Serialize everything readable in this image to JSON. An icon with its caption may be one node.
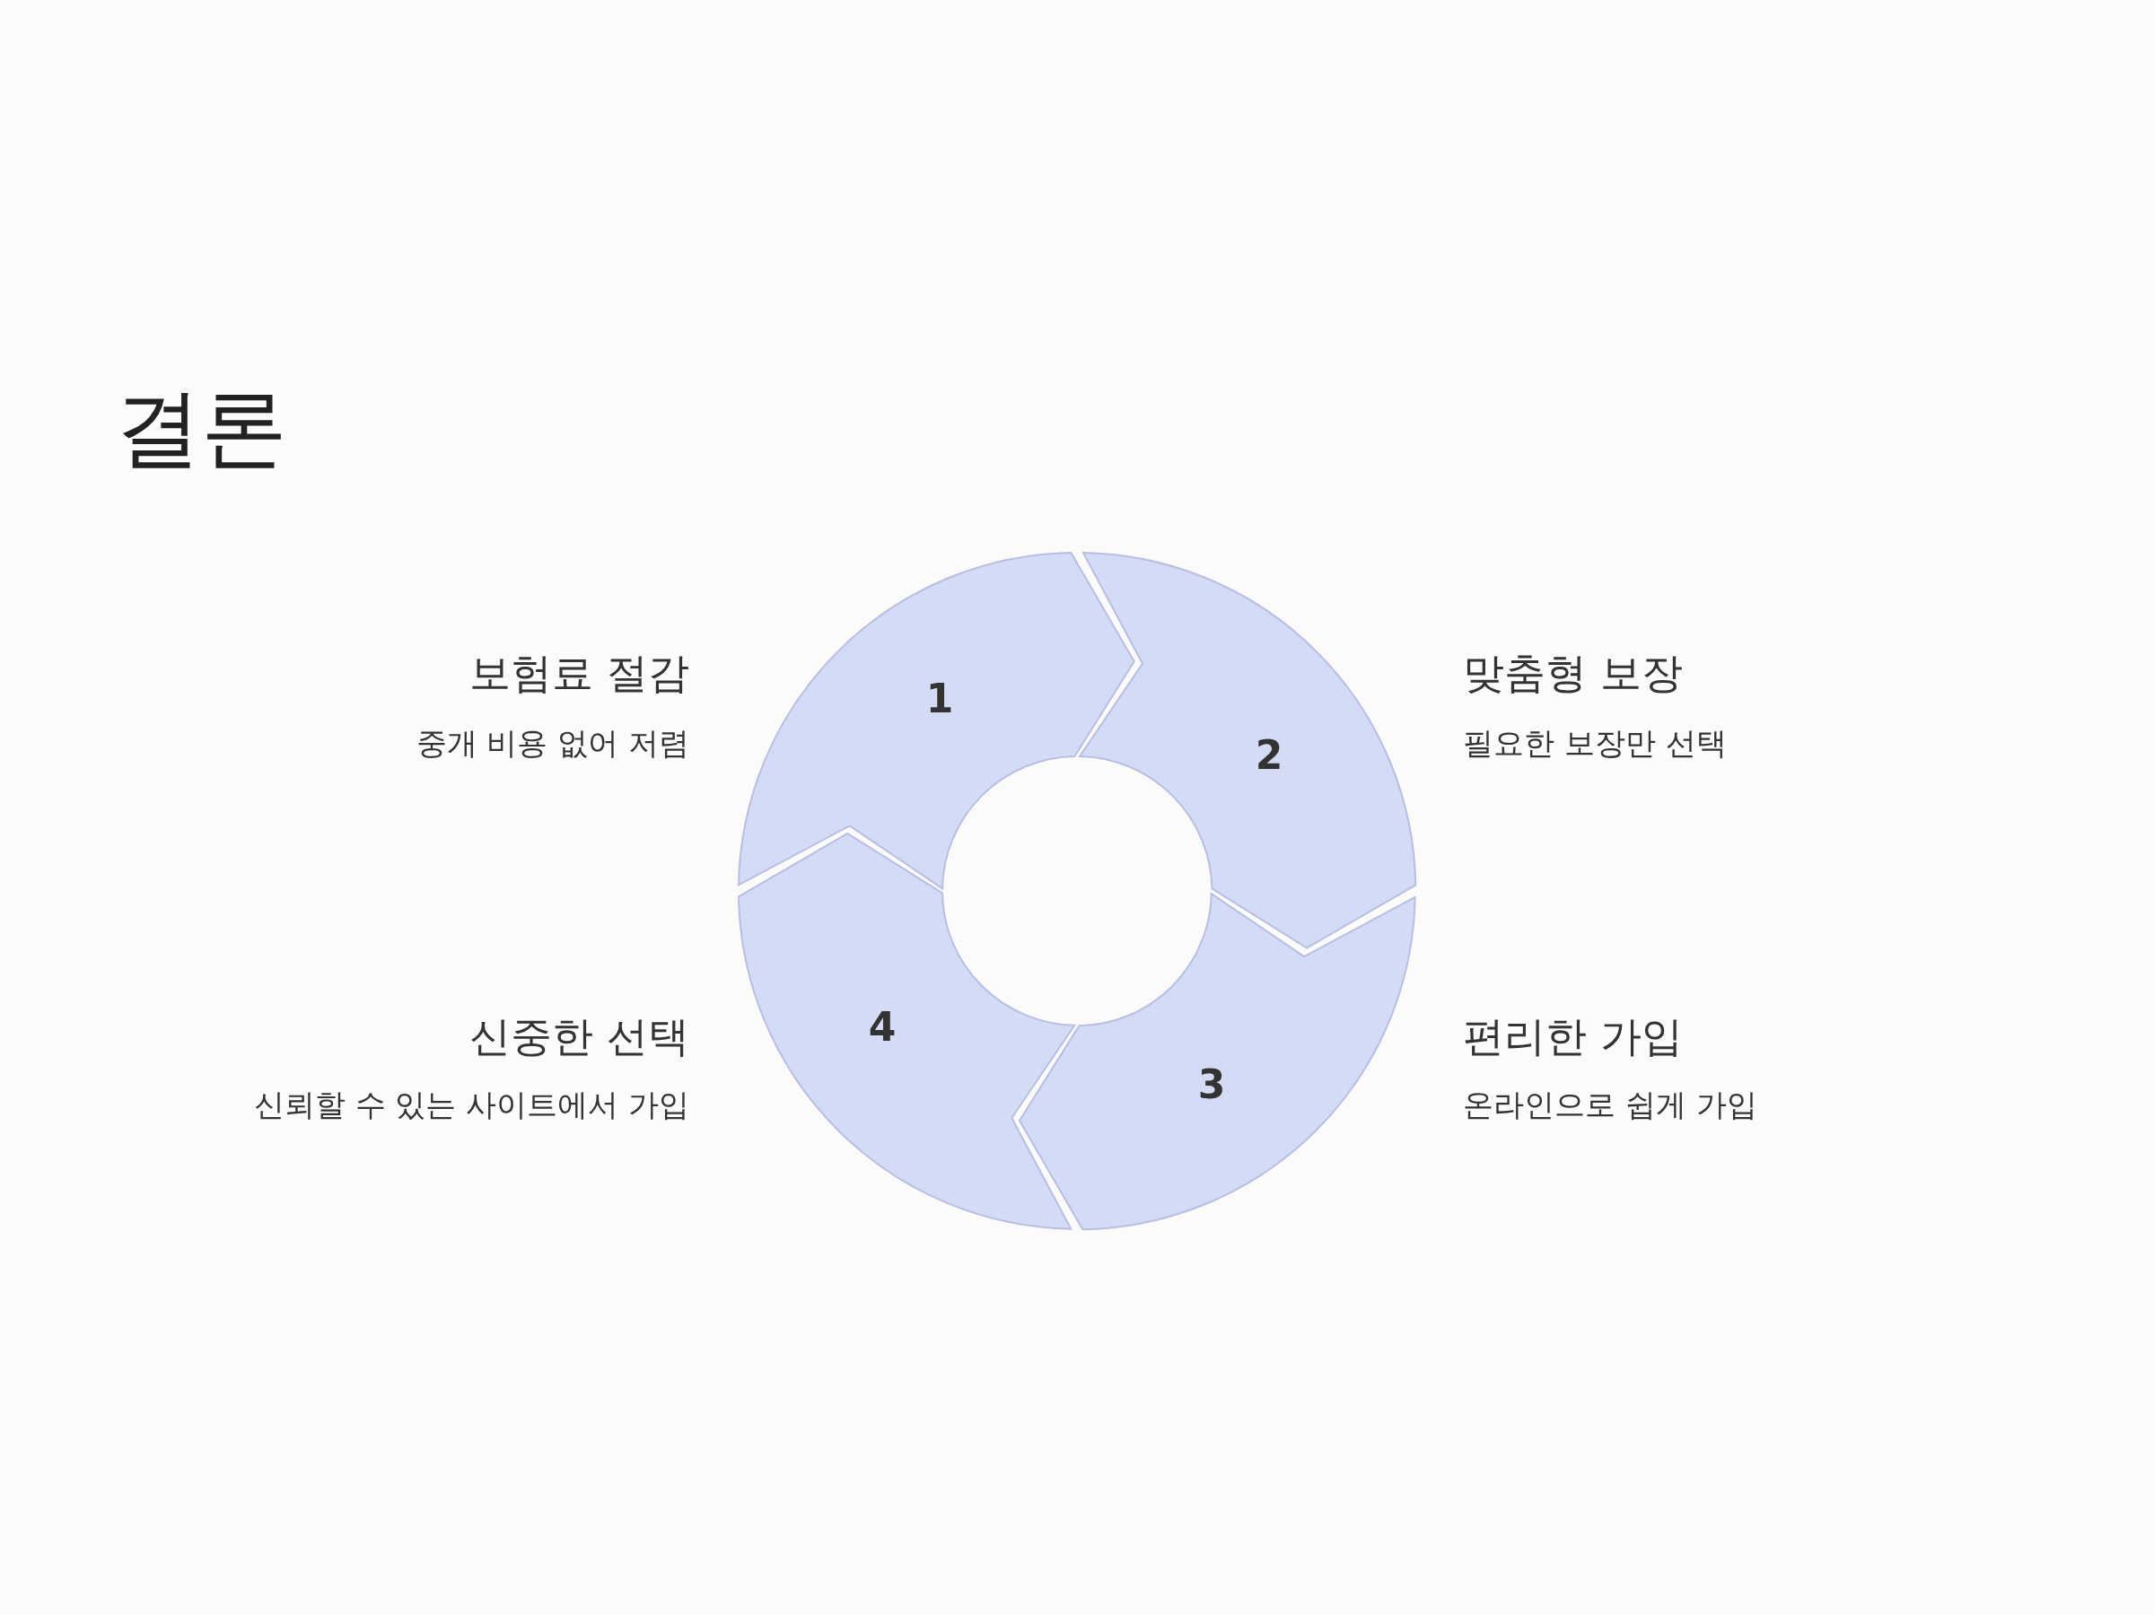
{
  "diagram": {
    "title": "결론",
    "nodes": [
      {
        "text": [
          "1"
        ],
        "beside": [
          "보험료 절감",
          "중개 비용 없어 저렴"
        ]
      },
      {
        "text": [
          "2"
        ],
        "beside": [
          "맞춤형 보장",
          "필요한 보장만 선택"
        ]
      },
      {
        "text": [
          "3"
        ],
        "beside": [
          "편리한 가입",
          "온라인으로 쉽게 가입"
        ]
      },
      {
        "text": [
          "4"
        ],
        "beside": [
          "신중한 선택",
          "신뢰할 수 있는 사이트에서 가입"
        ]
      }
    ]
  }
}
